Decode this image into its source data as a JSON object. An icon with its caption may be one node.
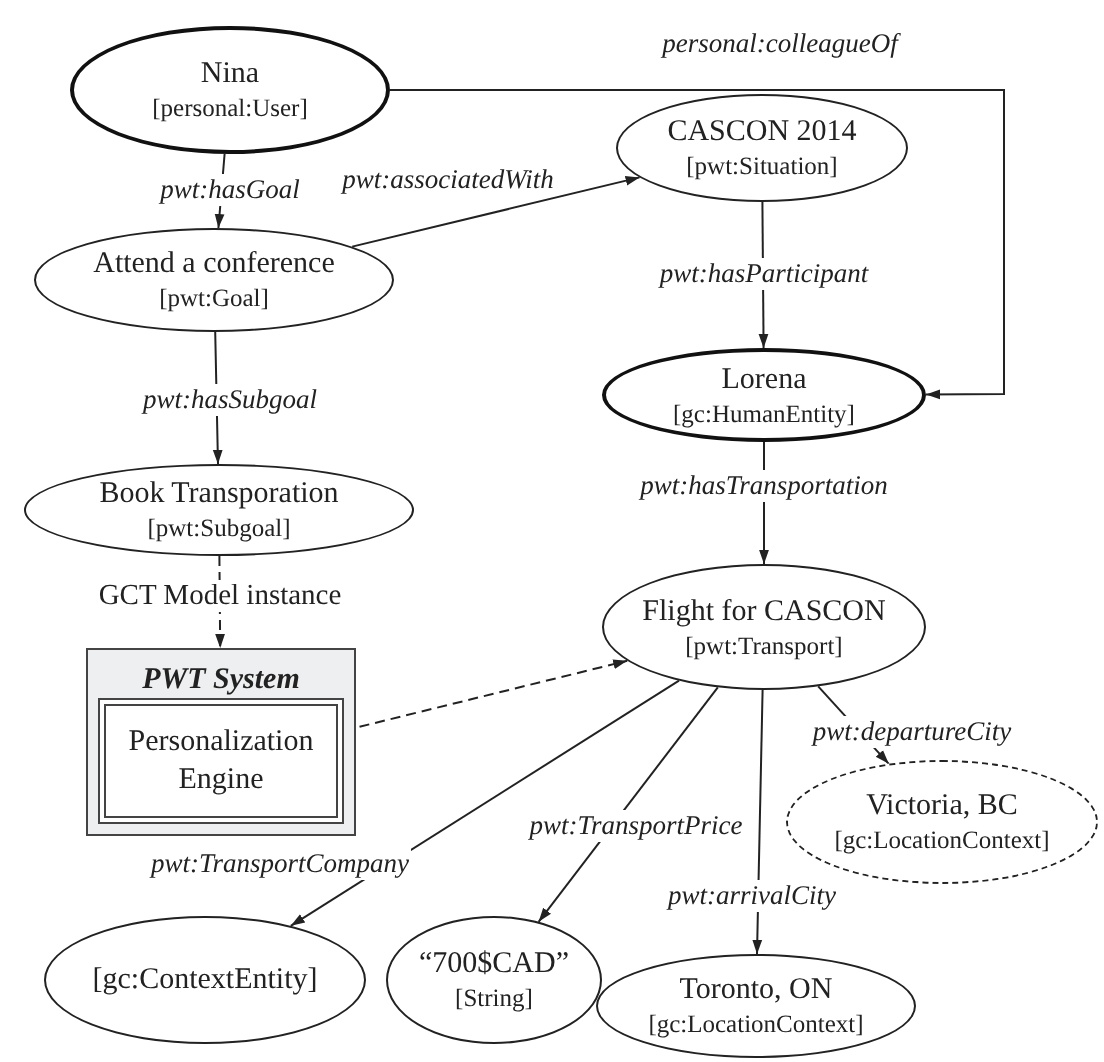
{
  "diagram": {
    "nodes": [
      {
        "text": [
          "Nina",
          "[personal:User]"
        ]
      },
      {
        "text": [
          "Attend a conference",
          "[pwt:Goal]"
        ]
      },
      {
        "text": [
          "Book Transporation",
          "[pwt:Subgoal]"
        ]
      },
      {
        "text": [
          "CASCON 2014",
          "[pwt:Situation]"
        ]
      },
      {
        "text": [
          "Lorena",
          "[gc:HumanEntity]"
        ]
      },
      {
        "text": [
          "PWT System"
        ]
      },
      {
        "text": [
          "Personalization Engine"
        ],
        "in": 5
      },
      {
        "text": [
          "Flight for CASCON",
          "[pwt:Transport]"
        ]
      },
      {
        "text": [
          "Victoria, BC",
          "[gc:LocationContext]"
        ]
      },
      {
        "text": [
          "[gc:ContextEntity]"
        ]
      },
      {
        "text": [
          "“700$CAD”",
          "[String]"
        ]
      },
      {
        "text": [
          "Toronto, ON",
          "[gc:LocationContext]"
        ]
      }
    ],
    "edges": [
      {
        "from": 0,
        "to": 1,
        "arrow": "to",
        "label": "pwt:hasGoal"
      },
      {
        "from": 1,
        "to": 3,
        "arrow": "to",
        "label": "pwt:associatedWith"
      },
      {
        "from": 1,
        "to": 2,
        "arrow": "to",
        "label": "pwt:hasSubgoal"
      },
      {
        "from": 0,
        "to": 4,
        "arrow": "to",
        "label": "personal:colleagueOf"
      },
      {
        "from": 3,
        "to": 4,
        "arrow": "to",
        "label": "pwt:hasParticipant"
      },
      {
        "from": 4,
        "to": 7,
        "arrow": "to",
        "label": "pwt:hasTransportation"
      },
      {
        "from": 2,
        "to": 5,
        "arrow": "to",
        "label": "GCT Model instance",
        "style": "dashed"
      },
      {
        "from": 6,
        "to": 7,
        "arrow": "to",
        "style": "dashed"
      },
      {
        "from": 7,
        "to": 9,
        "arrow": "to",
        "label": "pwt:TransportCompany"
      },
      {
        "from": 7,
        "to": 10,
        "arrow": "to",
        "label": "pwt:TransportPrice"
      },
      {
        "from": 7,
        "to": 8,
        "arrow": "to",
        "label": "pwt:departureCity"
      },
      {
        "from": 7,
        "to": 11,
        "arrow": "to",
        "label": "pwt:arrivalCity"
      }
    ]
  }
}
